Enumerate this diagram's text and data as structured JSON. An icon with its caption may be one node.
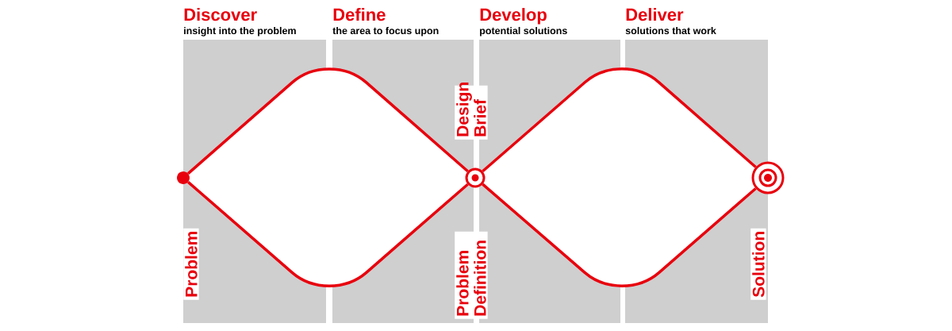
{
  "diagram": {
    "nodes": [
      {
        "text": [],
        "shape": "circle",
        "beside": [
          "Problem"
        ]
      },
      {
        "text": [],
        "shape": "circle",
        "beside": [
          "Design Brief",
          "Problem Definition"
        ]
      },
      {
        "text": [],
        "shape": "circle",
        "beside": [
          "Solution"
        ]
      }
    ],
    "edges": [
      {
        "from": 0,
        "to": 1,
        "arrow": "none"
      },
      {
        "from": 0,
        "to": 1,
        "arrow": "none"
      },
      {
        "from": 1,
        "to": 2,
        "arrow": "none"
      },
      {
        "from": 1,
        "to": 2,
        "arrow": "none"
      }
    ],
    "labels": [
      "Discover",
      "insight into the problem",
      "Define",
      "the area to focus upon",
      "Develop",
      "potential solutions",
      "Deliver",
      "solutions that work"
    ]
  }
}
